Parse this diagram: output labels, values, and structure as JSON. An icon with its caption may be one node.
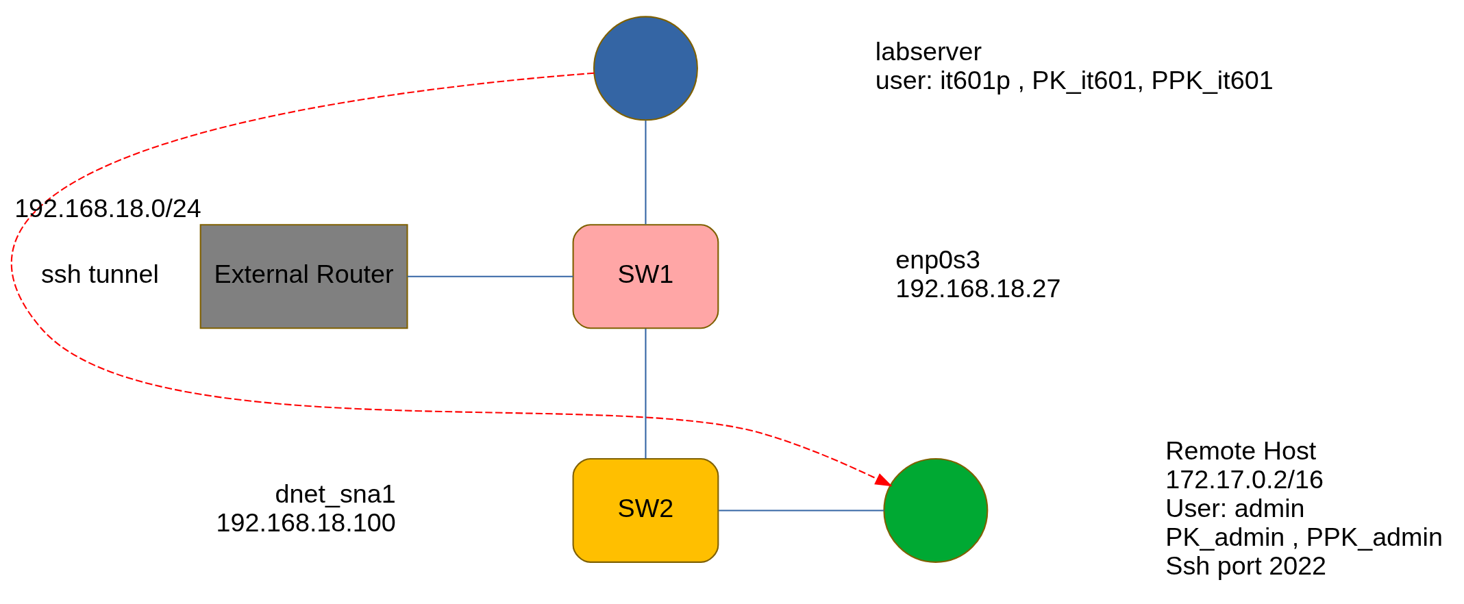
{
  "diagram": {
    "nodes": [
      {
        "text": [],
        "shape": "circle",
        "beside": [
          "labserver",
          "user: it601p , PK_it601, PPK_it601"
        ]
      },
      {
        "text": [
          "SW1"
        ],
        "beside": [
          "enp0s3",
          "192.168.18.27"
        ]
      },
      {
        "text": [
          "External Router"
        ],
        "beside": [
          "192.168.18.0/24"
        ]
      },
      {
        "text": [
          "SW2"
        ],
        "beside": [
          "dnet_sna1",
          "192.168.18.100"
        ]
      },
      {
        "text": [],
        "shape": "circle",
        "beside": [
          "Remote Host",
          "172.17.0.2/16",
          "User: admin",
          "PK_admin , PPK_admin",
          "Ssh port 2022"
        ]
      }
    ],
    "edges": [
      {
        "from": 0,
        "to": 1,
        "arrow": "none"
      },
      {
        "from": 2,
        "to": 1,
        "arrow": "none"
      },
      {
        "from": 1,
        "to": 3,
        "arrow": "none"
      },
      {
        "from": 3,
        "to": 4,
        "arrow": "none"
      },
      {
        "from": 0,
        "to": 4,
        "arrow": "to",
        "label": "ssh tunnel",
        "style": "dashed",
        "color": "#ff0000"
      }
    ]
  }
}
